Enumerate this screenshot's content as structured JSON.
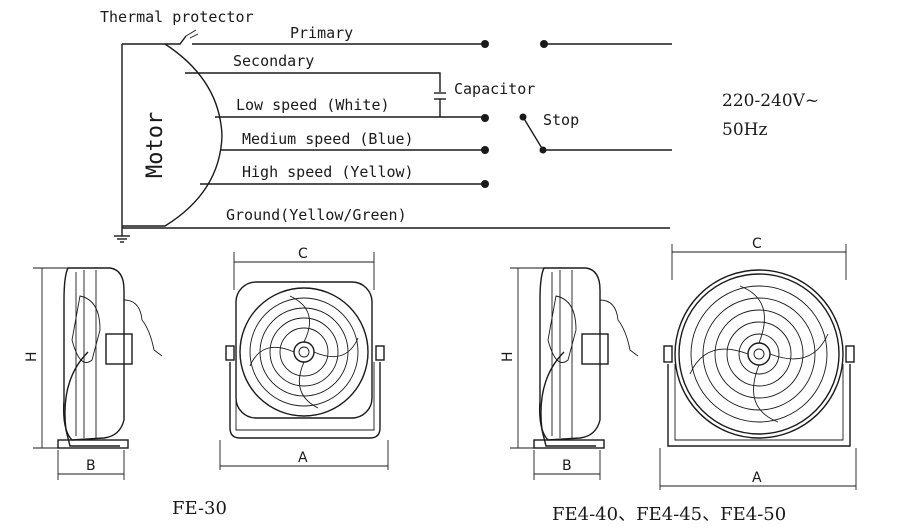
{
  "wiring": {
    "thermal_protector": "Thermal protector",
    "primary": "Primary",
    "secondary": "Secondary",
    "capacitor": "Capacitor",
    "motor": "Motor",
    "low_speed": "Low speed (White)",
    "medium_speed": "Medium speed (Blue)",
    "high_speed": "High speed (Yellow)",
    "ground": "Ground(Yellow/Green)",
    "stop": "Stop",
    "voltage": "220-240V~",
    "frequency": "50Hz"
  },
  "dimensions": {
    "h": "H",
    "b": "B",
    "c": "C",
    "a": "A"
  },
  "models": {
    "left": "FE-30",
    "right": "FE4-40、FE4-45、FE4-50"
  }
}
